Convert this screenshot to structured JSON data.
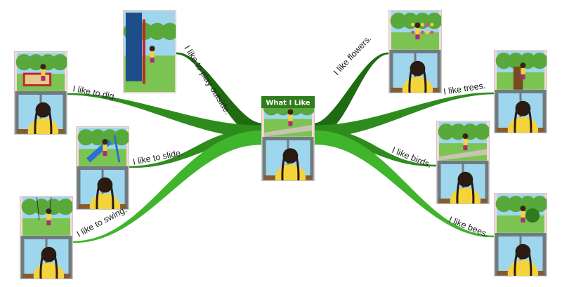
{
  "diagram": {
    "type": "mind-map",
    "center": {
      "title": "What I Like",
      "picture": "girl-walking-path"
    },
    "branches": [
      {
        "id": "play",
        "side": "left",
        "label": "I like to play outside.",
        "picture": "girl-door-yard"
      },
      {
        "id": "dig",
        "side": "left",
        "label": "I like to dig.",
        "picture": "girl-sandbox"
      },
      {
        "id": "slide",
        "side": "left",
        "label": "I like to slide.",
        "picture": "girl-slide"
      },
      {
        "id": "swing",
        "side": "left",
        "label": "I like to swing.",
        "picture": "girl-swing"
      },
      {
        "id": "flowers",
        "side": "right",
        "label": "I like flowers.",
        "picture": "girl-flowers"
      },
      {
        "id": "trees",
        "side": "right",
        "label": "I like trees.",
        "picture": "girl-tree"
      },
      {
        "id": "birds",
        "side": "right",
        "label": "I like birds.",
        "picture": "girl-birds"
      },
      {
        "id": "bees",
        "side": "right",
        "label": "I like bees.",
        "picture": "girl-bees"
      }
    ]
  },
  "colors": {
    "branch_dark": "#1f6b12",
    "branch_mid": "#2e8c1d",
    "branch_light": "#3fb52c",
    "sky": "#9ed6ee",
    "grass": "#7cc451",
    "window_frame": "#6f7b7f",
    "title_bar": "#2f7d1c"
  }
}
